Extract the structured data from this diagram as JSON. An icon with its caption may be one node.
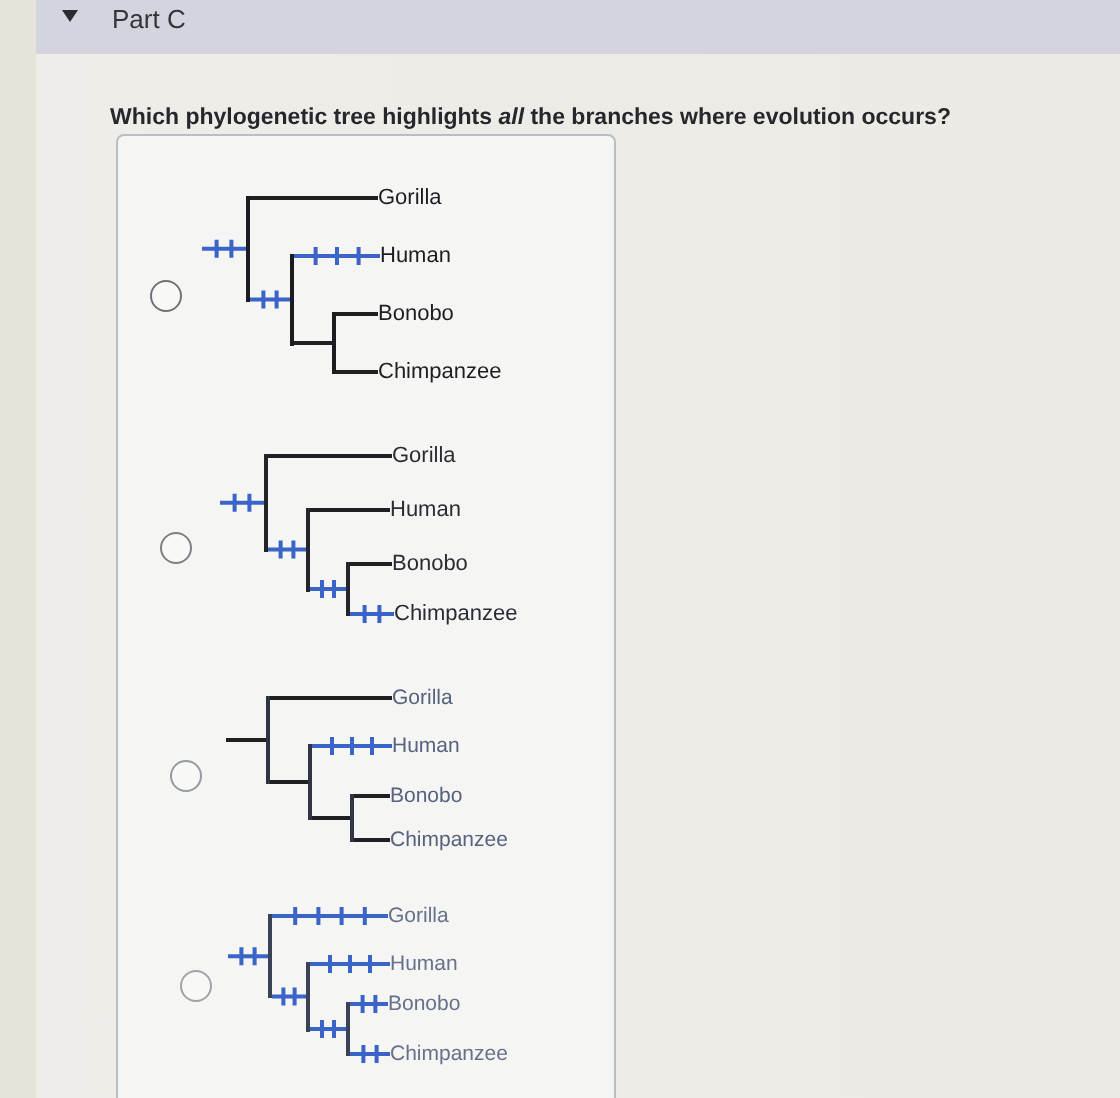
{
  "diagram": {
    "title": "Part C",
    "labels": [
      "Which phylogenetic tree highlights *all* the branches where evolution occurs?"
    ],
    "nodes": [
      {
        "text": [],
        "shape": "bar"
      },
      {
        "text": [
          "Gorilla"
        ]
      },
      {
        "text": [],
        "shape": "bar"
      },
      {
        "text": [
          "Human"
        ]
      },
      {
        "text": [],
        "shape": "bar"
      },
      {
        "text": [
          "Bonobo"
        ]
      },
      {
        "text": [
          "Chimpanzee"
        ]
      },
      {
        "text": [],
        "shape": "bar"
      },
      {
        "text": [
          "Gorilla"
        ]
      },
      {
        "text": [],
        "shape": "bar"
      },
      {
        "text": [
          "Human"
        ]
      },
      {
        "text": [],
        "shape": "bar"
      },
      {
        "text": [
          "Bonobo"
        ]
      },
      {
        "text": [
          "Chimpanzee"
        ]
      },
      {
        "text": [],
        "shape": "bar"
      },
      {
        "text": [
          "Gorilla"
        ]
      },
      {
        "text": [],
        "shape": "bar"
      },
      {
        "text": [
          "Human"
        ]
      },
      {
        "text": [],
        "shape": "bar"
      },
      {
        "text": [
          "Bonobo"
        ]
      },
      {
        "text": [
          "Chimpanzee"
        ]
      },
      {
        "text": [],
        "shape": "bar"
      },
      {
        "text": [
          "Gorilla"
        ]
      },
      {
        "text": [],
        "shape": "bar"
      },
      {
        "text": [
          "Human"
        ]
      },
      {
        "text": [],
        "shape": "bar"
      },
      {
        "text": [
          "Bonobo"
        ]
      },
      {
        "text": [
          "Chimpanzee"
        ]
      }
    ],
    "edges": [
      {
        "from": null,
        "to": 0,
        "arrow": "none"
      },
      {
        "from": 0,
        "to": 1,
        "arrow": "none",
        "color": "#1f2024"
      },
      {
        "from": 0,
        "to": 2,
        "arrow": "none"
      },
      {
        "from": 2,
        "to": 3,
        "arrow": "none"
      },
      {
        "from": 2,
        "to": 4,
        "arrow": "none",
        "color": "#1f2024"
      },
      {
        "from": 4,
        "to": 5,
        "arrow": "none",
        "color": "#1f2024"
      },
      {
        "from": 4,
        "to": 6,
        "arrow": "none",
        "color": "#1f2024"
      },
      {
        "from": null,
        "to": 7,
        "arrow": "none"
      },
      {
        "from": 7,
        "to": 8,
        "arrow": "none",
        "color": "#1f2024"
      },
      {
        "from": 7,
        "to": 9,
        "arrow": "none"
      },
      {
        "from": 9,
        "to": 10,
        "arrow": "none",
        "color": "#1f2024"
      },
      {
        "from": 9,
        "to": 11,
        "arrow": "none"
      },
      {
        "from": 11,
        "to": 12,
        "arrow": "none",
        "color": "#1f2024"
      },
      {
        "from": 11,
        "to": 13,
        "arrow": "none"
      },
      {
        "from": null,
        "to": 14,
        "arrow": "none",
        "color": "#1f2024"
      },
      {
        "from": 14,
        "to": 15,
        "arrow": "none",
        "color": "#1f2024"
      },
      {
        "from": 14,
        "to": 16,
        "arrow": "none",
        "color": "#1f2024"
      },
      {
        "from": 16,
        "to": 17,
        "arrow": "none"
      },
      {
        "from": 16,
        "to": 18,
        "arrow": "none",
        "color": "#1f2024"
      },
      {
        "from": 18,
        "to": 19,
        "arrow": "none",
        "color": "#1f2024"
      },
      {
        "from": 18,
        "to": 20,
        "arrow": "none",
        "color": "#1f2024"
      },
      {
        "from": null,
        "to": 21,
        "arrow": "none"
      },
      {
        "from": 21,
        "to": 22,
        "arrow": "none"
      },
      {
        "from": 21,
        "to": 23,
        "arrow": "none"
      },
      {
        "from": 23,
        "to": 24,
        "arrow": "none"
      },
      {
        "from": 23,
        "to": 25,
        "arrow": "none"
      },
      {
        "from": 25,
        "to": 26,
        "arrow": "none"
      },
      {
        "from": 25,
        "to": 27,
        "arrow": "none"
      }
    ]
  }
}
